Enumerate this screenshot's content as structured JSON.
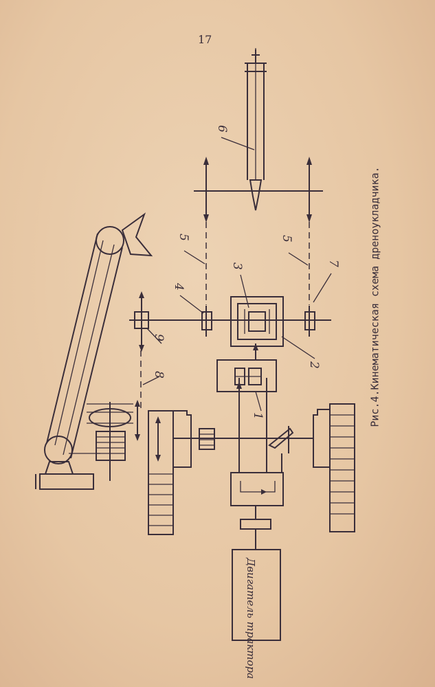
{
  "page_number": "17",
  "caption": "Рис.4.Кинематическая схема дреноукладчика.",
  "engine_label": "Двигатель трактора",
  "labels": [
    "1",
    "2",
    "3",
    "4",
    "5",
    "5",
    "6",
    "7",
    "8",
    "9"
  ]
}
